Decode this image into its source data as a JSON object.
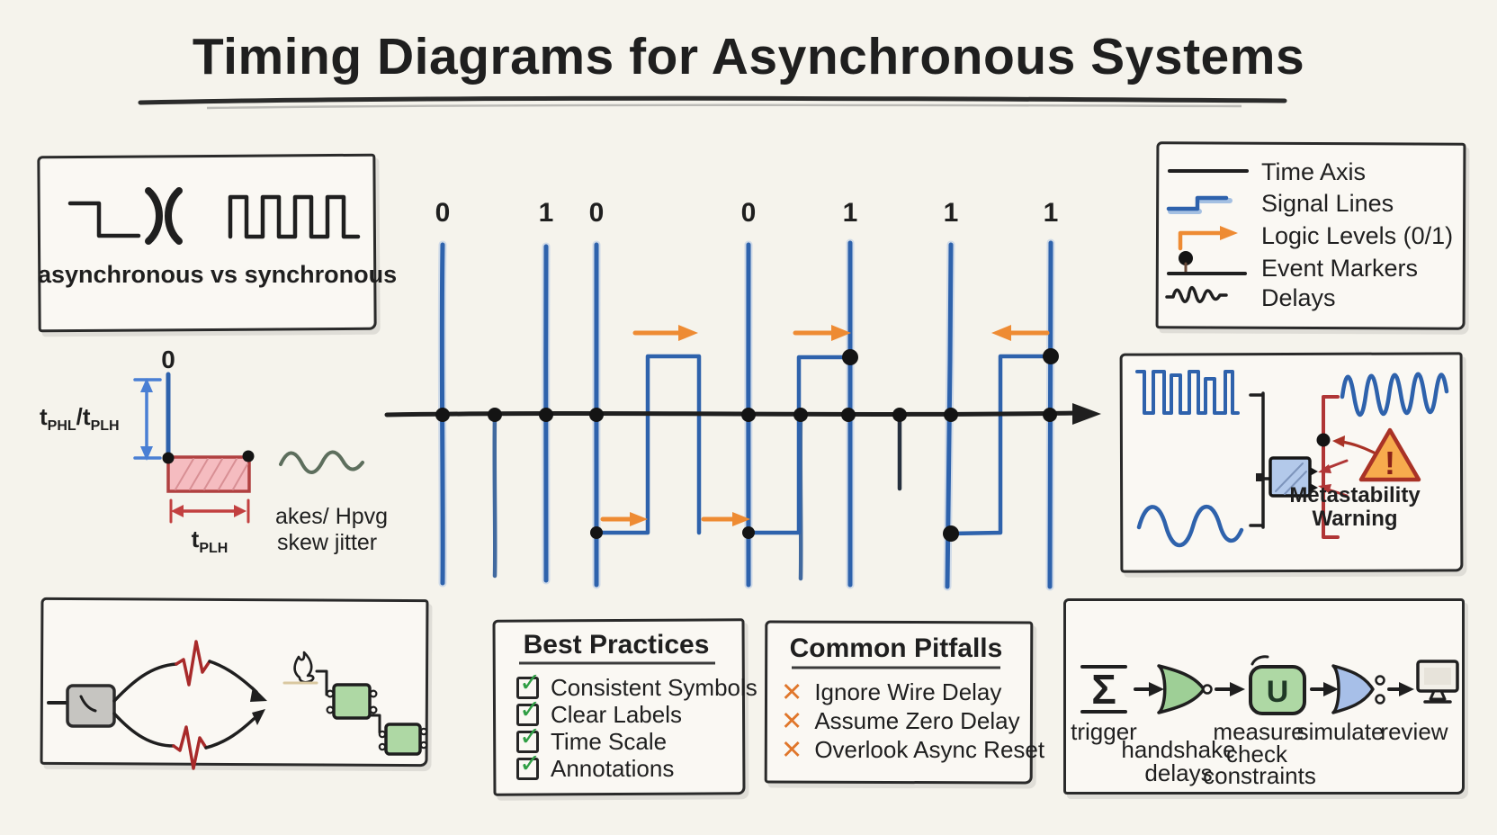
{
  "title": "Timing Diagrams for Asynchronous Systems",
  "comparison_box": {
    "label": "asynchronous vs synchronous"
  },
  "legend": {
    "items": [
      {
        "name": "time-axis",
        "label": "Time Axis"
      },
      {
        "name": "signal-lines",
        "label": "Signal Lines"
      },
      {
        "name": "logic-levels",
        "label": "Logic Levels (0/1)"
      },
      {
        "name": "event-markers",
        "label": "Event Markers"
      },
      {
        "name": "delays",
        "label": "Delays"
      }
    ]
  },
  "main_diagram": {
    "bits": [
      "0",
      "1",
      "0",
      "0",
      "1",
      "1",
      "1"
    ]
  },
  "propagation_annotation": {
    "bit": "0",
    "rise_fall_label": {
      "t1": "t",
      "sub1": "PHL",
      "t2": "/t",
      "sub2": "PLH"
    },
    "width_label": {
      "t": "t",
      "sub": "PLH"
    },
    "note_line1": "akes/ Hpvg",
    "note_line2": "skew jitter"
  },
  "best_practices": {
    "title": "Best Practices",
    "check_glyph": "✓",
    "items": [
      "Consistent Symbols",
      "Clear Labels",
      "Time Scale",
      "Annotations"
    ]
  },
  "common_pitfalls": {
    "title": "Common Pitfalls",
    "x_glyph": "✕",
    "items": [
      "Ignore Wire Delay",
      "Assume Zero Delay",
      "Overlook Async Reset"
    ]
  },
  "metastability_box": {
    "warning_glyph": "!",
    "warning_line1": "Metastability",
    "warning_line2": "Warning"
  },
  "workflow": {
    "arrow_glyph": "→",
    "steps": [
      {
        "name": "trigger",
        "glyph": "Σ",
        "label_lines": [
          "trigger"
        ]
      },
      {
        "name": "handshake-delays",
        "label_lines": [
          "handshake",
          "delays"
        ]
      },
      {
        "name": "measure-check-constraints",
        "glyph": "U",
        "label_lines": [
          "measure",
          "check",
          "constraints"
        ]
      },
      {
        "name": "simulate",
        "label_lines": [
          "simulate"
        ]
      },
      {
        "name": "review",
        "label_lines": [
          "review"
        ]
      }
    ]
  },
  "colors": {
    "background": "#f5f3ec",
    "ink": "#1f1f1f",
    "signal_blue": "#2e62ac",
    "arrow_orange": "#ee8b33",
    "warning_red": "#a93226",
    "hatch_pink": "#f5bcc0",
    "check_green": "#2f9e44"
  }
}
